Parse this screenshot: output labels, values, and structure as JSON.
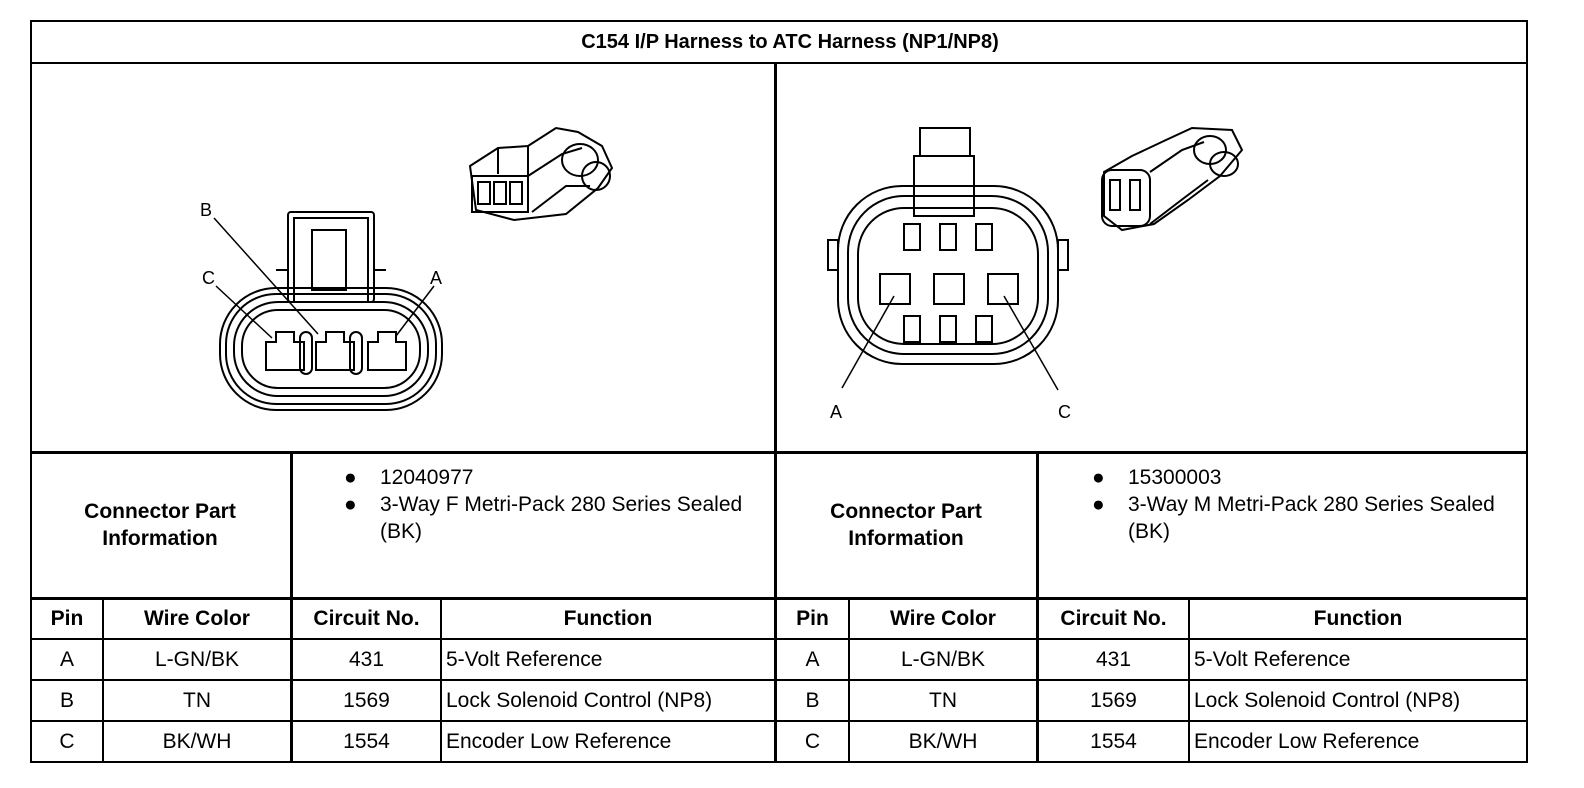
{
  "title": "C154 I/P Harness to ATC Harness (NP1/NP8)",
  "left": {
    "connector_label": "Connector Part Information",
    "part_info": [
      "12040977",
      "3-Way F Metri-Pack 280 Series Sealed (BK)"
    ],
    "pin_labels": [
      "A",
      "B",
      "C"
    ],
    "headers": [
      "Pin",
      "Wire Color",
      "Circuit No.",
      "Function"
    ],
    "rows": [
      [
        "A",
        "L-GN/BK",
        "431",
        "5-Volt Reference"
      ],
      [
        "B",
        "TN",
        "1569",
        "Lock Solenoid Control (NP8)"
      ],
      [
        "C",
        "BK/WH",
        "1554",
        "Encoder Low Reference"
      ]
    ]
  },
  "right": {
    "connector_label": "Connector Part Information",
    "part_info": [
      "15300003",
      "3-Way M Metri-Pack 280 Series Sealed (BK)"
    ],
    "pin_labels": [
      "A",
      "C"
    ],
    "headers": [
      "Pin",
      "Wire Color",
      "Circuit No.",
      "Function"
    ],
    "rows": [
      [
        "A",
        "L-GN/BK",
        "431",
        "5-Volt Reference"
      ],
      [
        "B",
        "TN",
        "1569",
        "Lock Solenoid Control (NP8)"
      ],
      [
        "C",
        "BK/WH",
        "1554",
        "Encoder Low Reference"
      ]
    ]
  }
}
